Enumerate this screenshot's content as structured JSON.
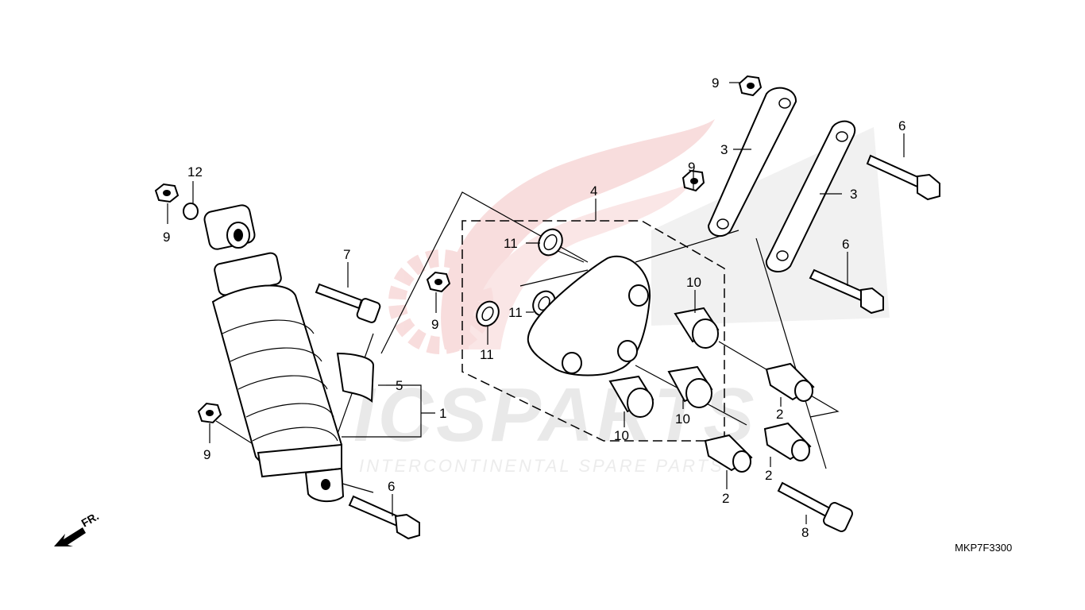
{
  "diagram": {
    "code": "MKP7F3300",
    "direction_label": "FR.",
    "watermark": {
      "main": "ICSPARTS",
      "sub": "INTERCONTINENTAL SPARE PARTS"
    },
    "callouts": {
      "c1": "1",
      "c2a": "2",
      "c2b": "2",
      "c2c": "2",
      "c3a": "3",
      "c3b": "3",
      "c4": "4",
      "c5": "5",
      "c6a": "6",
      "c6b": "6",
      "c6c": "6",
      "c7": "7",
      "c8": "8",
      "c9a": "9",
      "c9b": "9",
      "c9c": "9",
      "c9d": "9",
      "c9e": "9",
      "c10a": "10",
      "c10b": "10",
      "c10c": "10",
      "c11a": "11",
      "c11b": "11",
      "c11c": "11",
      "c12": "12"
    }
  },
  "colors": {
    "line": "#000000",
    "watermark_red": "#f3c3c3",
    "watermark_grey": "#e9e9e9"
  },
  "icons": [
    "arrow-front-icon",
    "honda-wing-logo"
  ]
}
